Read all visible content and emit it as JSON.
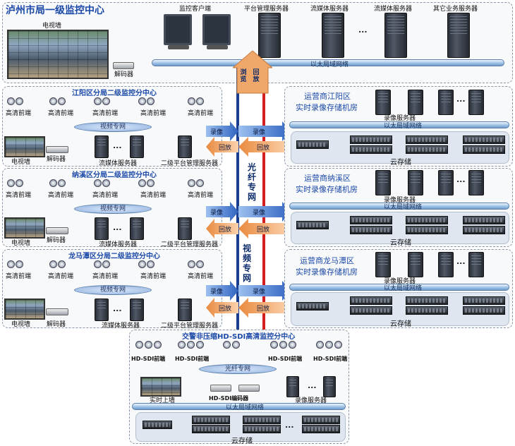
{
  "colors": {
    "fiber_blue": "#1a3f8f",
    "fiber_red": "#d51f1f",
    "arrow_blue": "#4a7ed0",
    "arrow_orange": "#f0a86a",
    "title_blue": "#1c4aa8"
  },
  "top": {
    "title": "泸州市局一级监控中心",
    "tv_wall": "电视墙",
    "decoder": "解码器",
    "client": "监控客户端",
    "platform_server": "平台管理服务器",
    "stream1": "流媒体服务器",
    "stream2": "流媒体服务器",
    "other": "其它业务服务器",
    "ellipsis": "...",
    "lan": "以太局域网络",
    "browse": "浏览",
    "playback": "回放"
  },
  "branches": [
    {
      "title": "江阳区分局二级监控分中心",
      "cams": [
        "高清前端",
        "高清前端",
        "高清前端",
        "高清前端",
        "高清前端"
      ],
      "net": "视频专网",
      "tv": "电视墙",
      "decoder": "解码器",
      "stream": "流媒体服务器",
      "platform": "二级平台管理服务器",
      "ellipsis": "..."
    },
    {
      "title": "纳溪区分局二级监控分中心",
      "cams": [
        "高清前端",
        "高清前端",
        "高清前端",
        "高清前端",
        "高清前端"
      ],
      "net": "视频专网",
      "tv": "电视墙",
      "decoder": "解码器",
      "stream": "流媒体服务器",
      "platform": "二级平台管理服务器",
      "ellipsis": "..."
    },
    {
      "title": "龙马潭区分局二级监控分中心",
      "cams": [
        "高清前端",
        "高清前端",
        "高清前端",
        "高清前端",
        "高清前端"
      ],
      "net": "视频专网",
      "tv": "电视墙",
      "decoder": "解码器",
      "stream": "流媒体服务器",
      "platform": "二级平台管理服务器",
      "ellipsis": "..."
    }
  ],
  "storage": [
    {
      "title1": "运营商江阳区",
      "title2": "实时录像存储机房",
      "rec": "录像服务器",
      "lan": "以太局域网络",
      "cloud": "云存储",
      "ellipsis": "..."
    },
    {
      "title1": "运营商纳溪区",
      "title2": "实时录像存储机房",
      "rec": "录像服务器",
      "lan": "以太局域网络",
      "cloud": "云存储",
      "ellipsis": "..."
    },
    {
      "title1": "运营商龙马潭区",
      "title2": "实时录像存储机房",
      "rec": "录像服务器",
      "lan": "以太局域网络",
      "cloud": "云存储",
      "ellipsis": "..."
    }
  ],
  "arrows": {
    "record": "录像",
    "playback": "回放"
  },
  "fiber": {
    "label1": "光纤专网",
    "label2": "视频专网"
  },
  "traffic": {
    "title": "交警非压缩HD-SDI高清监控分中心",
    "cams": [
      "HD-SDI前端",
      "HD-SDI前端",
      "HD-SDI前端",
      "HD-SDI前端"
    ],
    "net": "光纤专网",
    "wall": "实时上墙",
    "encoder": "HD-SDI编码器",
    "rec": "录像服务器",
    "lan": "以太局域网络",
    "cloud": "云存储",
    "ellipsis": "..."
  }
}
